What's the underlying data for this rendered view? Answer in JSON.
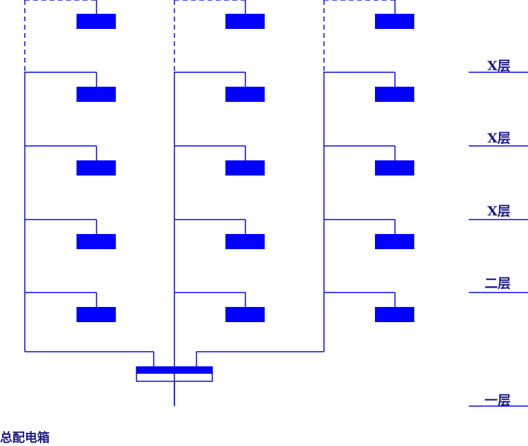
{
  "floor_labels": [
    "X层",
    "X层",
    "X层",
    "二层",
    "一层"
  ],
  "main_panel_label": "总配电箱",
  "colors": {
    "line": "#0000ff",
    "box_fill": "#0000ff",
    "label": "#1a1a8a"
  }
}
